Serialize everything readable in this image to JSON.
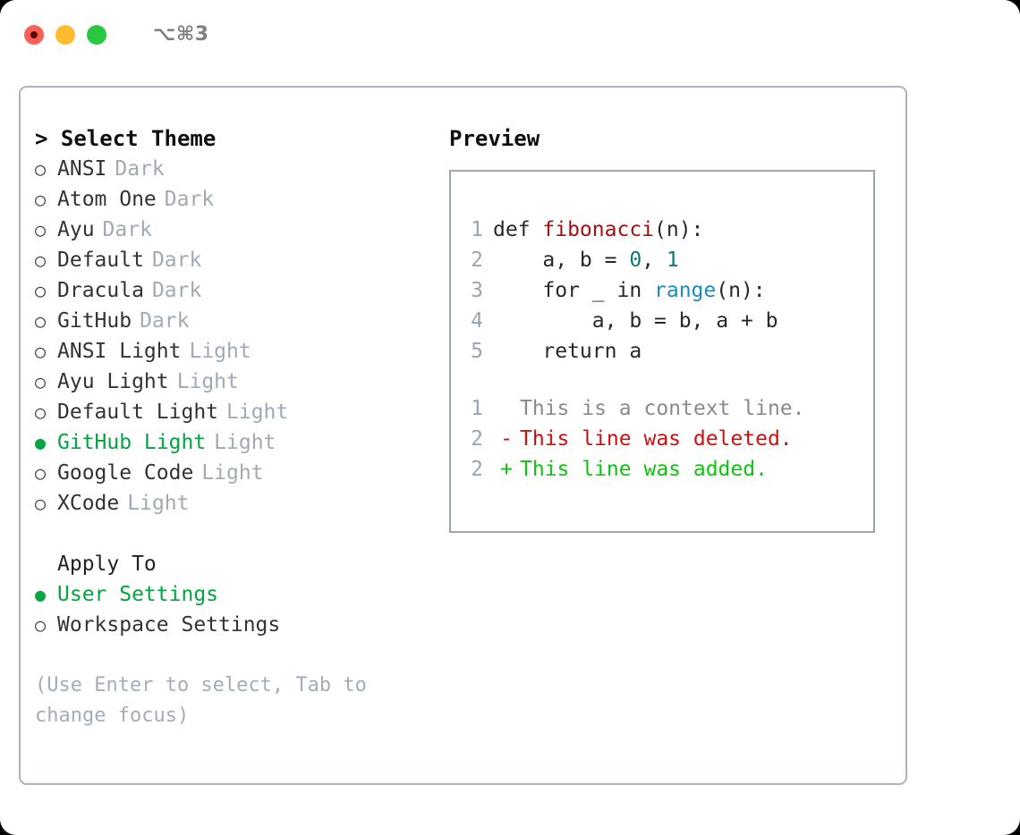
{
  "titlebar": {
    "shortcut": "⌥⌘3",
    "buttons": [
      {
        "name": "close",
        "color": "#fd5f57"
      },
      {
        "name": "minimize",
        "color": "#febc2e"
      },
      {
        "name": "zoom",
        "color": "#28c840"
      }
    ]
  },
  "theme_picker": {
    "heading": "> Select Theme",
    "marker_unselected": "○",
    "marker_selected": "●",
    "accent_color": "#00a63e",
    "items": [
      {
        "name": "ANSI",
        "category": "Dark",
        "selected": false
      },
      {
        "name": "Atom One",
        "category": "Dark",
        "selected": false
      },
      {
        "name": "Ayu",
        "category": "Dark",
        "selected": false
      },
      {
        "name": "Default",
        "category": "Dark",
        "selected": false
      },
      {
        "name": "Dracula",
        "category": "Dark",
        "selected": false
      },
      {
        "name": "GitHub",
        "category": "Dark",
        "selected": false
      },
      {
        "name": "ANSI Light",
        "category": "Light",
        "selected": false
      },
      {
        "name": "Ayu Light",
        "category": "Light",
        "selected": false
      },
      {
        "name": "Default Light",
        "category": "Light",
        "selected": false
      },
      {
        "name": "GitHub Light",
        "category": "Light",
        "selected": true
      },
      {
        "name": "Google Code",
        "category": "Light",
        "selected": false
      },
      {
        "name": "XCode",
        "category": "Light",
        "selected": false
      }
    ]
  },
  "apply_to": {
    "title": "Apply To",
    "items": [
      {
        "name": "User Settings",
        "selected": true
      },
      {
        "name": "Workspace Settings",
        "selected": false
      }
    ]
  },
  "hint": "(Use Enter to select, Tab to change focus)",
  "preview": {
    "heading": "Preview",
    "code_lines": [
      {
        "num": "1",
        "tokens": [
          {
            "text": "def ",
            "type": "kw"
          },
          {
            "text": "fibonacci",
            "type": "fn"
          },
          {
            "text": "(n):",
            "type": "plain"
          }
        ]
      },
      {
        "num": "2",
        "tokens": [
          {
            "text": "    a, b = ",
            "type": "plain"
          },
          {
            "text": "0",
            "type": "num"
          },
          {
            "text": ", ",
            "type": "plain"
          },
          {
            "text": "1",
            "type": "num"
          }
        ]
      },
      {
        "num": "3",
        "tokens": [
          {
            "text": "    for _ in ",
            "type": "plain"
          },
          {
            "text": "range",
            "type": "call"
          },
          {
            "text": "(n):",
            "type": "plain"
          }
        ]
      },
      {
        "num": "4",
        "tokens": [
          {
            "text": "        a, b = b, a + b",
            "type": "plain"
          }
        ]
      },
      {
        "num": "5",
        "tokens": [
          {
            "text": "    return a",
            "type": "plain"
          }
        ]
      }
    ],
    "diff_lines": [
      {
        "num": "1",
        "sign": " ",
        "text": "This is a context line.",
        "kind": "context"
      },
      {
        "num": "2",
        "sign": "-",
        "text": "This line was deleted.",
        "kind": "removed"
      },
      {
        "num": "2",
        "sign": "+",
        "text": "This line was added.",
        "kind": "added"
      }
    ],
    "colors": {
      "function": "#a11212",
      "number": "#0d7a7a",
      "builtin": "#1a8cbf",
      "text": "#24292e",
      "gutter": "#9aa5b1",
      "diff_context": "#8a8a8a",
      "diff_removed": "#cc1111",
      "diff_added": "#12c212",
      "border": "#9aa5b1"
    }
  }
}
